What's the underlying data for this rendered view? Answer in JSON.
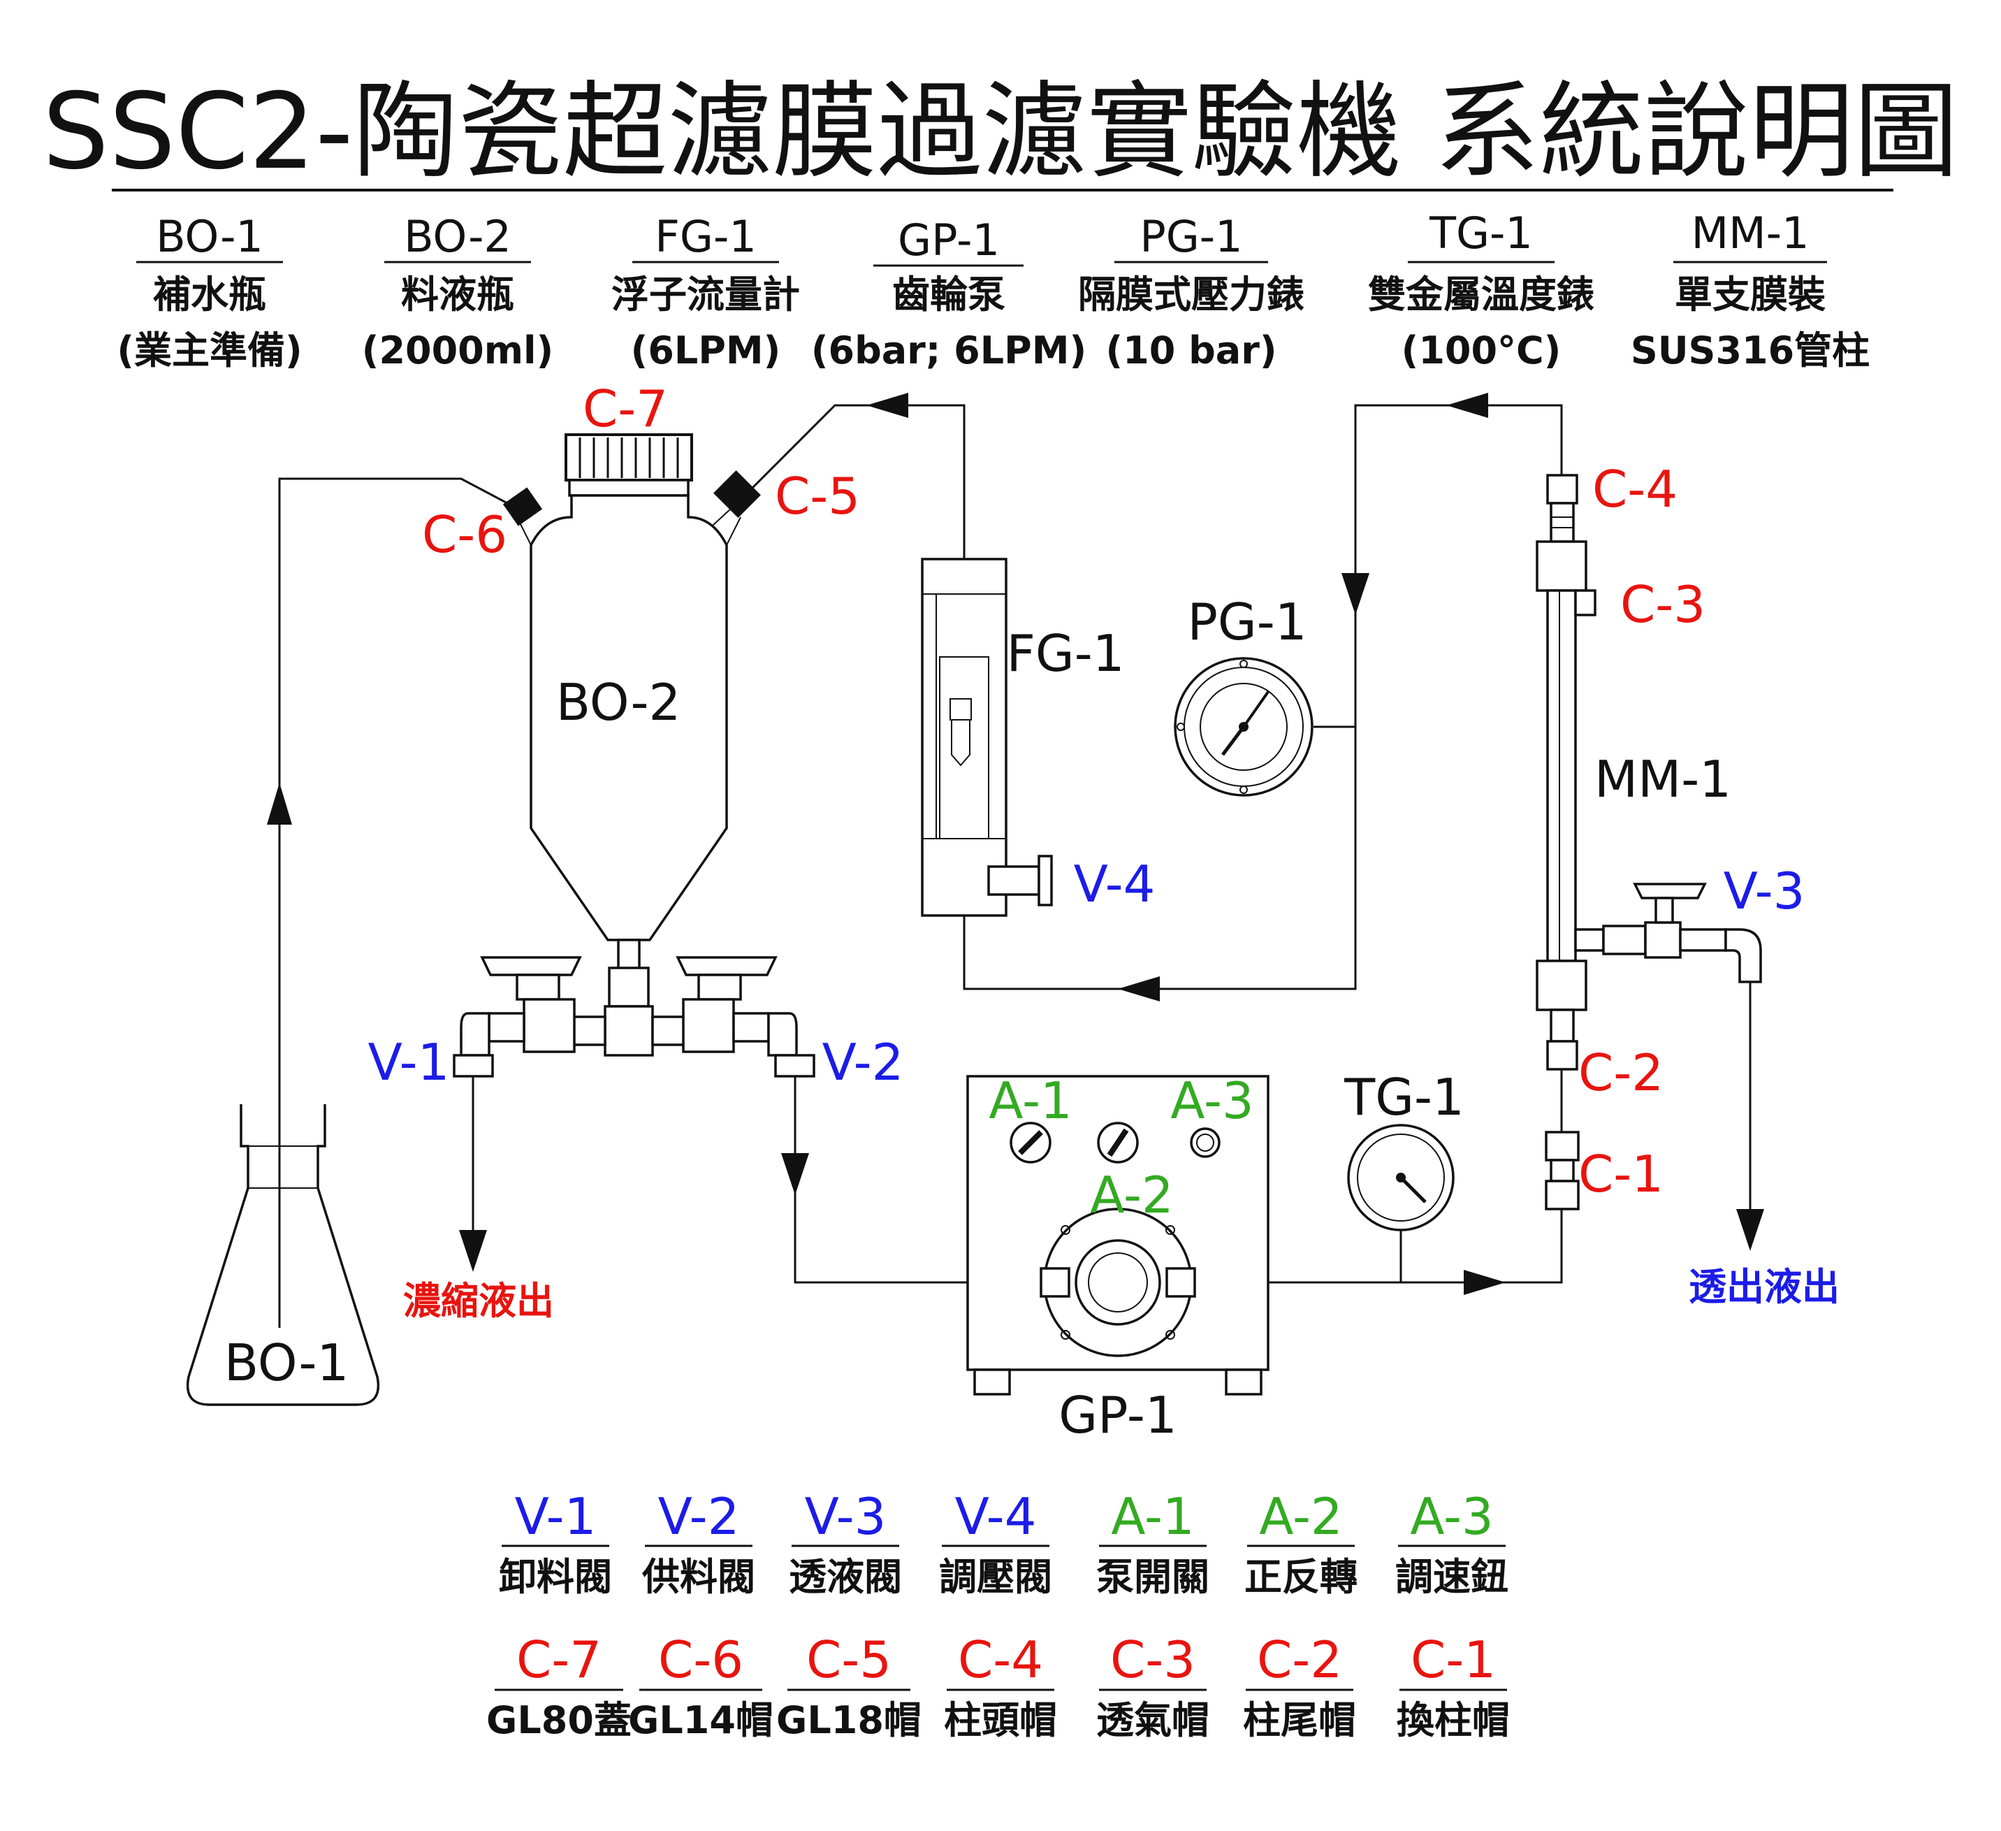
{
  "title": "SSC2-陶瓷超濾膜過濾實驗機 系統說明圖",
  "colors": {
    "line": "#111111",
    "connector_red": "#e8140f",
    "valve_blue": "#1c1ce8",
    "control_green": "#33aa22"
  },
  "header_items": [
    {
      "code": "BO-1",
      "name": "補水瓶",
      "spec": "(業主準備)"
    },
    {
      "code": "BO-2",
      "name": "料液瓶",
      "spec": "(2000ml)"
    },
    {
      "code": "FG-1",
      "name": "浮子流量計",
      "spec": "(6LPM)"
    },
    {
      "code": "GP-1",
      "name": "齒輪泵",
      "spec": "(6bar; 6LPM)"
    },
    {
      "code": "PG-1",
      "name": "隔膜式壓力錶",
      "spec": "(10 bar)"
    },
    {
      "code": "TG-1",
      "name": "雙金屬溫度錶",
      "spec": "(100°C)"
    },
    {
      "code": "MM-1",
      "name": "單支膜裝",
      "spec": "SUS316管柱"
    }
  ],
  "diagram_labels": {
    "bo2": "BO-2",
    "bo1": "BO-1",
    "fg1": "FG-1",
    "pg1": "PG-1",
    "mm1": "MM-1",
    "tg1": "TG-1",
    "gp1": "GP-1",
    "c7": "C-7",
    "c6": "C-6",
    "c5": "C-5",
    "c4": "C-4",
    "c3": "C-3",
    "c2": "C-2",
    "c1": "C-1",
    "v1": "V-1",
    "v2": "V-2",
    "v3": "V-3",
    "v4": "V-4",
    "a1": "A-1",
    "a2": "A-2",
    "a3": "A-3",
    "concentrate_out": "濃縮液出",
    "permeate_out": "透出液出"
  },
  "legend_valves": [
    {
      "code": "V-1",
      "name": "卸料閥"
    },
    {
      "code": "V-2",
      "name": "供料閥"
    },
    {
      "code": "V-3",
      "name": "透液閥"
    },
    {
      "code": "V-4",
      "name": "調壓閥"
    },
    {
      "code": "A-1",
      "name": "泵開關"
    },
    {
      "code": "A-2",
      "name": "正反轉"
    },
    {
      "code": "A-3",
      "name": "調速鈕"
    }
  ],
  "legend_caps": [
    {
      "code": "C-7",
      "name": "GL80蓋"
    },
    {
      "code": "C-6",
      "name": "GL14帽"
    },
    {
      "code": "C-5",
      "name": "GL18帽"
    },
    {
      "code": "C-4",
      "name": "柱頭帽"
    },
    {
      "code": "C-3",
      "name": "透氣帽"
    },
    {
      "code": "C-2",
      "name": "柱尾帽"
    },
    {
      "code": "C-1",
      "name": "換柱帽"
    }
  ]
}
